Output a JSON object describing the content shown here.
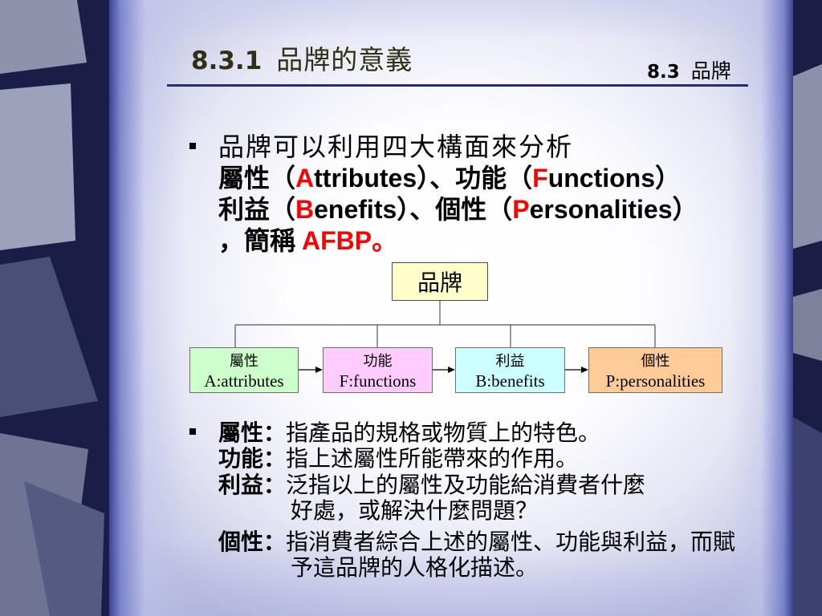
{
  "colors": {
    "title": "#2f2f14",
    "accent": "#ff0000",
    "rule": "#25306a"
  },
  "header": {
    "title_number": "8.3.1",
    "title_text": "品牌的意義",
    "section_number": "8.3",
    "section_text": "品牌"
  },
  "bullet1": {
    "line1": "品牌可以利用四大構面來分析",
    "line2": [
      "屬性（",
      "A",
      "ttributes",
      "）、功能（",
      "F",
      "unctions",
      "）"
    ],
    "line3": [
      "利益（",
      "B",
      "enefits",
      "）、個性（",
      "P",
      "ersonalities",
      "）"
    ],
    "line4": [
      "，簡稱 ",
      "AFBP。"
    ]
  },
  "diagram": {
    "root": {
      "label": "品牌",
      "fill": "#ffffcc"
    },
    "nodes": [
      {
        "name": "屬性",
        "label": "A:attributes",
        "fill": "#ccffcc"
      },
      {
        "name": "功能",
        "label": "F:functions",
        "fill": "#ffccff"
      },
      {
        "name": "利益",
        "label": "B:benefits",
        "fill": "#ccffff"
      },
      {
        "name": "個性",
        "label": "P:personalities",
        "fill": "#ffcc99"
      }
    ]
  },
  "bullet2": {
    "items": [
      {
        "term": "屬性：",
        "lines": [
          "指產品的規格或物質上的特色。"
        ]
      },
      {
        "term": "功能：",
        "lines": [
          "指上述屬性所能帶來的作用。"
        ]
      },
      {
        "term": "利益：",
        "lines": [
          "泛指以上的屬性及功能給消費者什麼",
          "好處，或解決什麼問題？"
        ]
      },
      {
        "term": "個性：",
        "lines": [
          "指消費者綜合上述的屬性、功能與利益，而賦",
          "予這品牌的人格化描述。"
        ]
      }
    ]
  }
}
